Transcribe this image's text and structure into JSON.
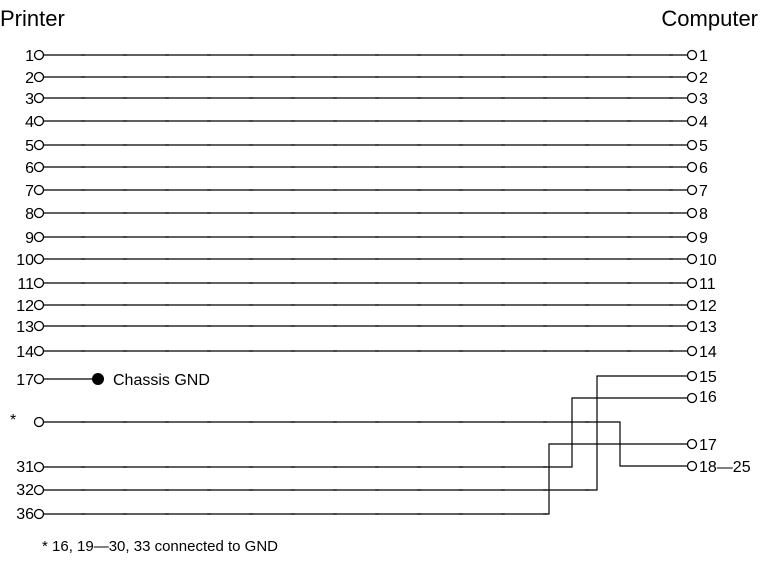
{
  "header": {
    "left_title": "Printer",
    "right_title": "Computer"
  },
  "straight": [
    {
      "left": "1",
      "right": "1"
    },
    {
      "left": "2",
      "right": "2"
    },
    {
      "left": "3",
      "right": "3"
    },
    {
      "left": "4",
      "right": "4"
    },
    {
      "left": "5",
      "right": "5"
    },
    {
      "left": "6",
      "right": "6"
    },
    {
      "left": "7",
      "right": "7"
    },
    {
      "left": "8",
      "right": "8"
    },
    {
      "left": "9",
      "right": "9"
    },
    {
      "left": "10",
      "right": "10"
    },
    {
      "left": "11",
      "right": "11"
    },
    {
      "left": "12",
      "right": "12"
    },
    {
      "left": "13",
      "right": "13"
    },
    {
      "left": "14",
      "right": "14"
    }
  ],
  "chassis": {
    "pin": "17",
    "label": "Chassis GND"
  },
  "star": {
    "pin": "*",
    "right": "18—25"
  },
  "cross": [
    {
      "left": "31",
      "right": "16"
    },
    {
      "left": "32",
      "right": "15"
    },
    {
      "left": "36",
      "right": "17"
    }
  ],
  "footnote": "* 16, 19—30, 33 connected to GND"
}
